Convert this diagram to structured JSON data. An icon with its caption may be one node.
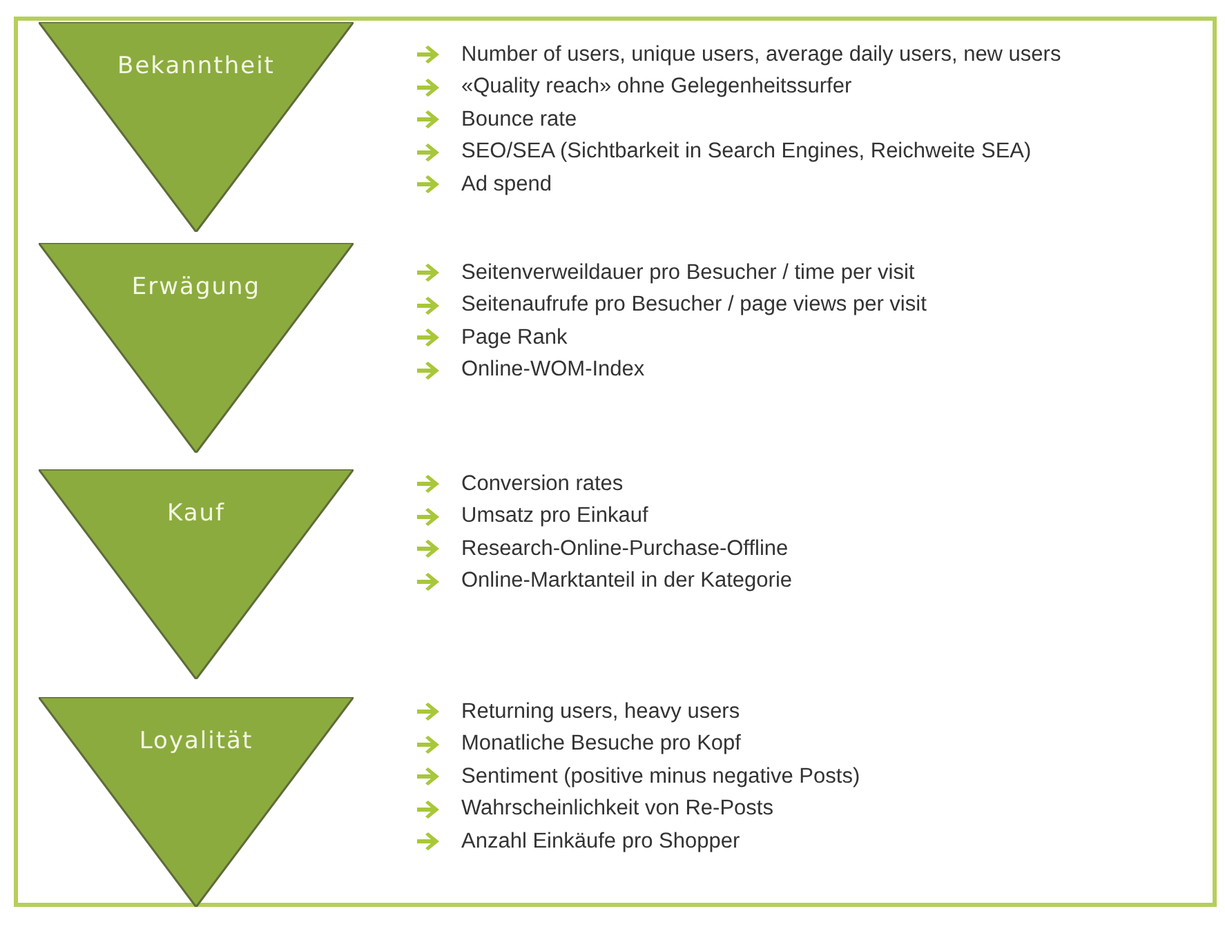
{
  "diagram": {
    "nodes": [
      {
        "text": [
          "Bekanntheit"
        ],
        "beside": [
          "Number of users, unique users, average daily users, new users",
          "«Quality reach» ohne Gelegenheitssurfer",
          "Bounce rate",
          "SEO/SEA (Sichtbarkeit in Search Engines, Reichweite SEA)",
          "Ad spend"
        ]
      },
      {
        "text": [
          "Erwägung"
        ],
        "beside": [
          "Seitenverweildauer pro Besucher / time per visit",
          "Seitenaufrufe pro Besucher / page views per visit",
          "Page Rank",
          "Online-WOM-Index"
        ]
      },
      {
        "text": [
          "Kauf"
        ],
        "beside": [
          "Conversion rates",
          "Umsatz pro Einkauf",
          "Research-Online-Purchase-Offline",
          "Online-Marktanteil in der Kategorie"
        ]
      },
      {
        "text": [
          "Loyalität"
        ],
        "beside": [
          "Returning users, heavy users",
          "Monatliche Besuche pro Kopf",
          "Sentiment (positive minus negative Posts)",
          "Wahrscheinlichkeit von Re-Posts",
          "Anzahl Einkäufe pro Shopper"
        ]
      }
    ]
  }
}
